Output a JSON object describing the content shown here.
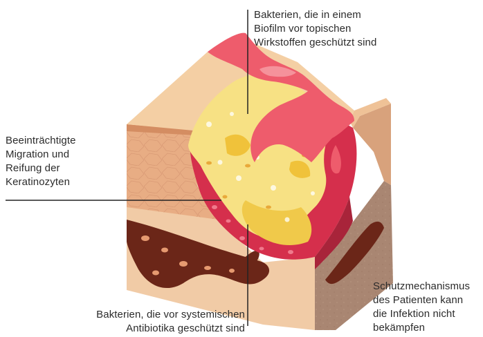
{
  "labels": {
    "biofilm": {
      "lines": [
        "Bakterien, die in einem",
        "Biofilm vor topischen",
        "Wirkstoffen geschützt sind"
      ]
    },
    "keratinocytes": {
      "lines": [
        "Beeinträchtigte",
        "Migration und",
        "Reifung der",
        "Keratinozyten"
      ]
    },
    "systemic": {
      "lines": [
        "Bakterien, die vor systemischen",
        "Antibiotika geschützt sind"
      ]
    },
    "host_defense": {
      "lines": [
        "Schutzmechanismus",
        "des Patienten kann",
        "die Infektion nicht",
        "bekämpfen"
      ]
    }
  },
  "colors": {
    "skin_top": "#f4cfa4",
    "epidermis": "#e8ad84",
    "dermis": "#f1cba6",
    "wound_bed": "#d52f4c",
    "biofilm": "#f7e184",
    "exudate": "#ee5c6c",
    "vessel": "#6b2618",
    "cross_section": "#b58f78"
  }
}
